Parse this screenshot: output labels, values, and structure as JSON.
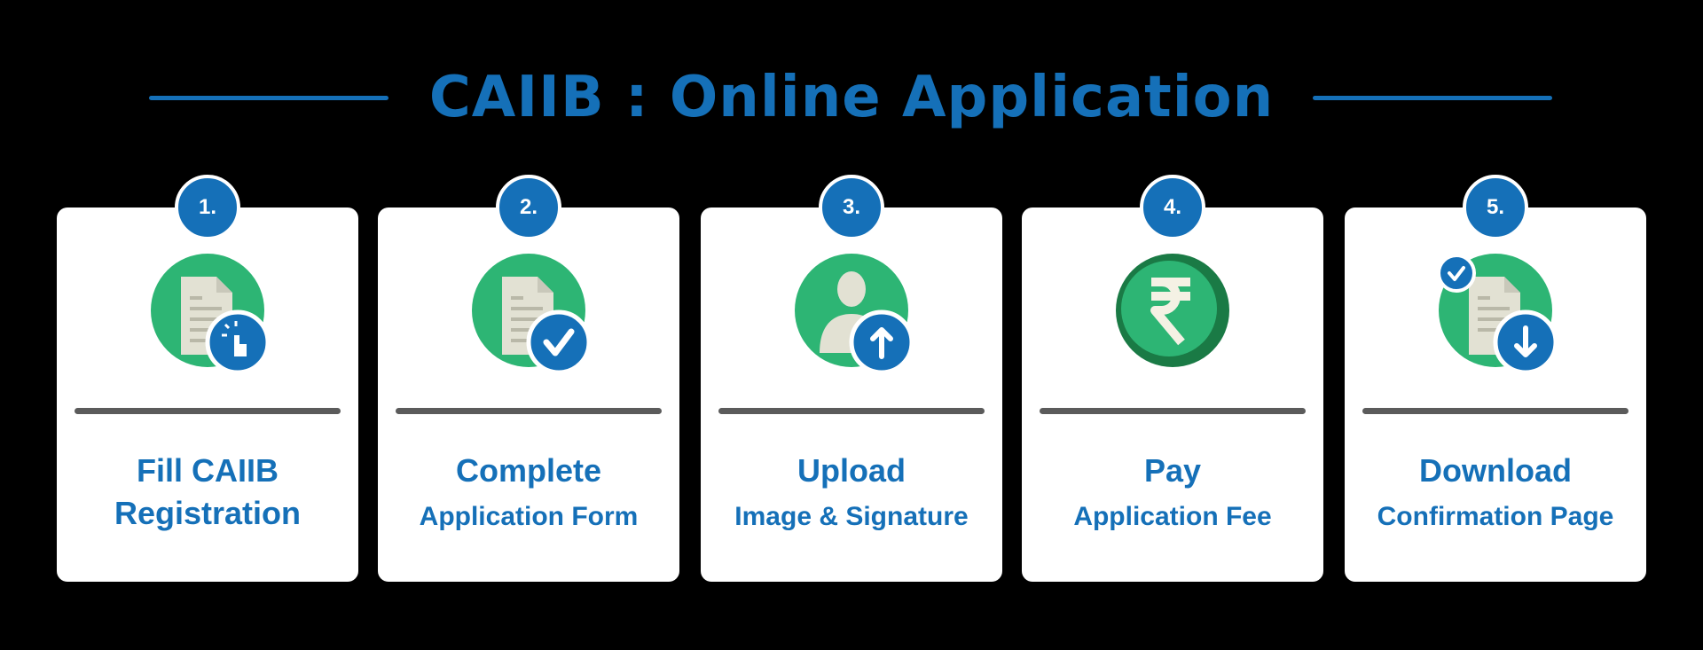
{
  "title": "CAIIB : Online Application",
  "colors": {
    "primary": "#1570b8",
    "green": "#2db574",
    "dark_green": "#1a7a45"
  },
  "steps": [
    {
      "number": "1.",
      "line1": "Fill CAIIB",
      "line2": "Registration",
      "icon": "document-tap-icon"
    },
    {
      "number": "2.",
      "line1": "Complete",
      "line2": "Application Form",
      "icon": "document-check-icon"
    },
    {
      "number": "3.",
      "line1": "Upload",
      "line2": "Image & Signature",
      "icon": "user-upload-icon"
    },
    {
      "number": "4.",
      "line1": "Pay",
      "line2": "Application Fee",
      "icon": "rupee-coin-icon"
    },
    {
      "number": "5.",
      "line1": "Download",
      "line2": "Confirmation Page",
      "icon": "document-download-icon"
    }
  ]
}
